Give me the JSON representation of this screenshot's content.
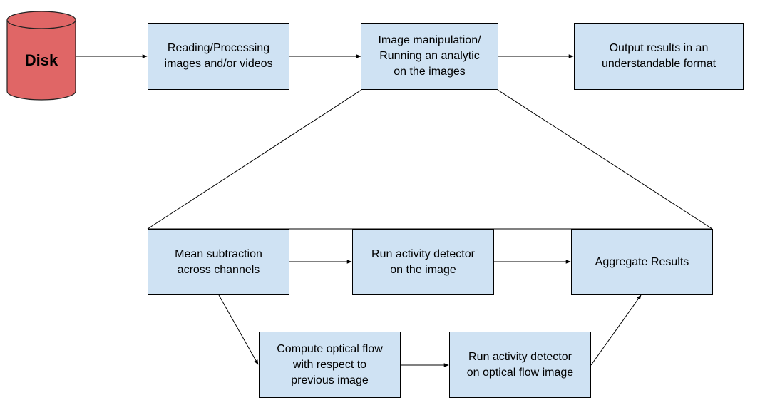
{
  "disk": {
    "label": "Disk",
    "color": "#e06666"
  },
  "box_color": "#cfe2f3",
  "top_row": {
    "reading": "Reading/Processing\nimages and/or videos",
    "manipulation": "Image manipulation/\nRunning an analytic\non the images",
    "output": "Output results in an\nunderstandable format"
  },
  "detail": {
    "mean_subtraction": "Mean subtraction\nacross channels",
    "run_detector_image": "Run activity detector\non the image",
    "aggregate": "Aggregate Results",
    "optical_flow": "Compute optical flow\nwith respect to\nprevious image",
    "run_detector_flow": "Run activity detector\non optical flow image"
  }
}
